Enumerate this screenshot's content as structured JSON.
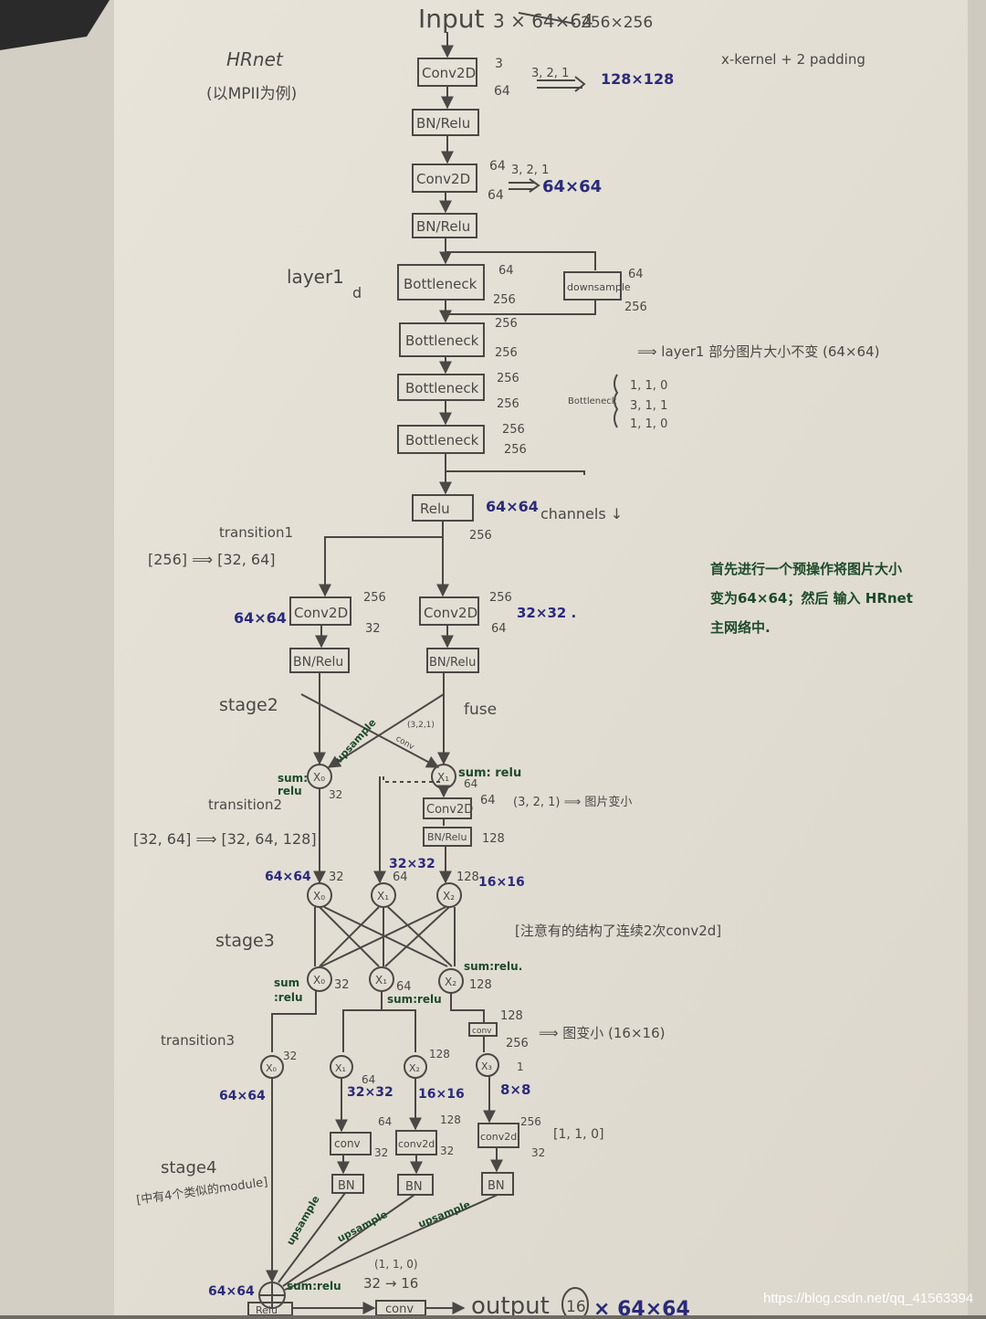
{
  "header": {
    "input_word": "Input",
    "input_dims_crossed": "3 × 64×64",
    "input_dims": "256×256",
    "title": "HRnet",
    "subtitle": "(以MPII为例)",
    "kernel_note": "x-kernel + 2 padding"
  },
  "stem": {
    "conv1": "Conv2D",
    "conv1_ch_in": "3",
    "conv1_ch_out": "64",
    "conv1_params": "3, 2, 1",
    "conv1_size": "128×128",
    "bn1": "BN/Relu",
    "conv2": "Conv2D",
    "conv2_ch_in": "64",
    "conv2_ch_out": "64",
    "conv2_params": "3, 2, 1",
    "conv2_size": "64×64",
    "bn2": "BN/Relu"
  },
  "layer1": {
    "label": "layer1",
    "mark_d": "d",
    "blocks": [
      "Bottleneck",
      "Bottleneck",
      "Bottleneck",
      "Bottleneck"
    ],
    "ch_a": [
      "64",
      "256",
      "256",
      "256"
    ],
    "ch_b": [
      "256",
      "256",
      "256",
      "256"
    ],
    "downsample": "downsample",
    "ds_ch_in": "64",
    "ds_ch_out": "256",
    "note": "⟹ layer1 部分图片大小不变 (64×64)",
    "bottleneck_label": "Bottleneck",
    "bottleneck_params": [
      "1, 1, 0",
      "3, 1, 1",
      "1, 1, 0"
    ]
  },
  "relu_block": {
    "label": "Relu",
    "size": "64×64",
    "channels_note": "channels ↓",
    "ch": "256"
  },
  "transition1": {
    "label": "transition1",
    "mapping": "[256] ⟹ [32, 64]",
    "left_size": "64×64",
    "left_conv": "Conv2D",
    "left_ch_in": "256",
    "left_ch_out": "32",
    "right_conv": "Conv2D",
    "right_ch_in": "256",
    "right_ch_out": "64",
    "right_size": "32×32 .",
    "left_bn": "BN/Relu",
    "right_bn": "BN/Relu",
    "green_note": [
      "首先进行一个预操作将图片大小",
      "变为64×64；然后 输入 HRnet",
      "主网络中."
    ]
  },
  "stage2": {
    "label": "stage2",
    "fuse": "fuse",
    "upsample": "upsample",
    "conv": "conv",
    "conv_params": "(3,2,1)",
    "sum_left": [
      "sum:",
      "relu"
    ],
    "sum_right": "sum: relu",
    "x0": "X₀",
    "x1": "X₁",
    "x0_ch": "32",
    "x1_ch": "64",
    "node_conv": "Conv2D",
    "node_ch_a": "64",
    "node_params": "(3, 2, 1) ⟹ 图片变小",
    "node_bn": "BN/Relu",
    "node_ch_b": "128"
  },
  "transition2": {
    "label": "transition2",
    "mapping": "[32, 64] ⟹ [32, 64, 128]"
  },
  "stage3": {
    "label": "stage3",
    "sizes": [
      "64×64",
      "32×32",
      "16×16"
    ],
    "ch_top": [
      "32",
      "64",
      "128"
    ],
    "x_labels": [
      "X₀",
      "X₁",
      "X₂"
    ],
    "note": "[注意有的结构了连续2次conv2d]",
    "sum_relu_right": "sum:relu.",
    "sum_left": [
      "sum",
      ":relu"
    ],
    "sum_mid": "sum:relu",
    "ch_bottom": [
      "32",
      "64",
      "128"
    ]
  },
  "transition3": {
    "label": "transition3",
    "x_labels": [
      "X₀",
      "X₁",
      "X₂",
      "X₃"
    ],
    "ch": [
      "32",
      "64",
      "128",
      "1"
    ],
    "sizes": [
      "64×64",
      "32×32",
      "16×16",
      "8×8"
    ],
    "conv_small": "conv",
    "conv_ch_a": "128",
    "conv_ch_b": "256",
    "note": "⟹ 图变小 (16×16)"
  },
  "stage4": {
    "label": "stage4",
    "sub": "[中有4个类似的module]",
    "convs": [
      "conv",
      "conv2d",
      "conv2d"
    ],
    "conv_ch_a": [
      "64",
      "128",
      "256"
    ],
    "conv_ch_b": [
      "32",
      "32",
      "32"
    ],
    "conv_params": "[1, 1, 0]",
    "bn": [
      "BN",
      "BN",
      "BN"
    ],
    "upsample": [
      "upsample",
      "upsample",
      "upsample"
    ],
    "sum_relu": "sum:relu",
    "size": "64×64",
    "final_params": "(1, 1, 0)",
    "final_map": "32 → 16"
  },
  "output": {
    "relu": "Relu",
    "conv": "conv",
    "word": "output",
    "n": "16",
    "size": "× 64×64"
  },
  "watermark": "https://blog.csdn.net/qq_41563394"
}
